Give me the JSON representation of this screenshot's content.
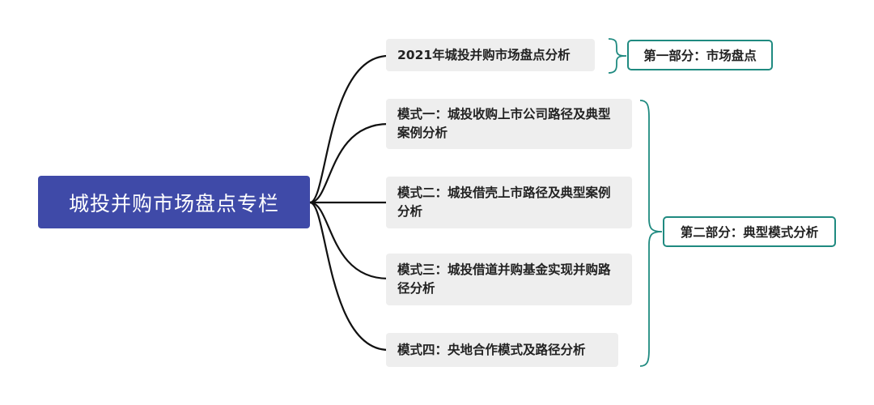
{
  "root": {
    "title": "城投并购市场盘点专栏"
  },
  "topics": [
    {
      "label": "2021年城投并购市场盘点分析"
    },
    {
      "label": "模式一：城投收购上市公司路径及典型案例分析"
    },
    {
      "label": "模式二：城投借壳上市路径及典型案例分析"
    },
    {
      "label": "模式三：城投借道并购基金实现并购路径分析"
    },
    {
      "label": "模式四：央地合作模式及路径分析"
    }
  ],
  "summaries": [
    {
      "label": "第一部分：市场盘点"
    },
    {
      "label": "第二部分：典型模式分析"
    }
  ],
  "colors": {
    "root_fill": "#3f4aa8",
    "topic_fill": "#eeeeee",
    "summary_border": "#1f8a80",
    "connector": "#111111"
  }
}
